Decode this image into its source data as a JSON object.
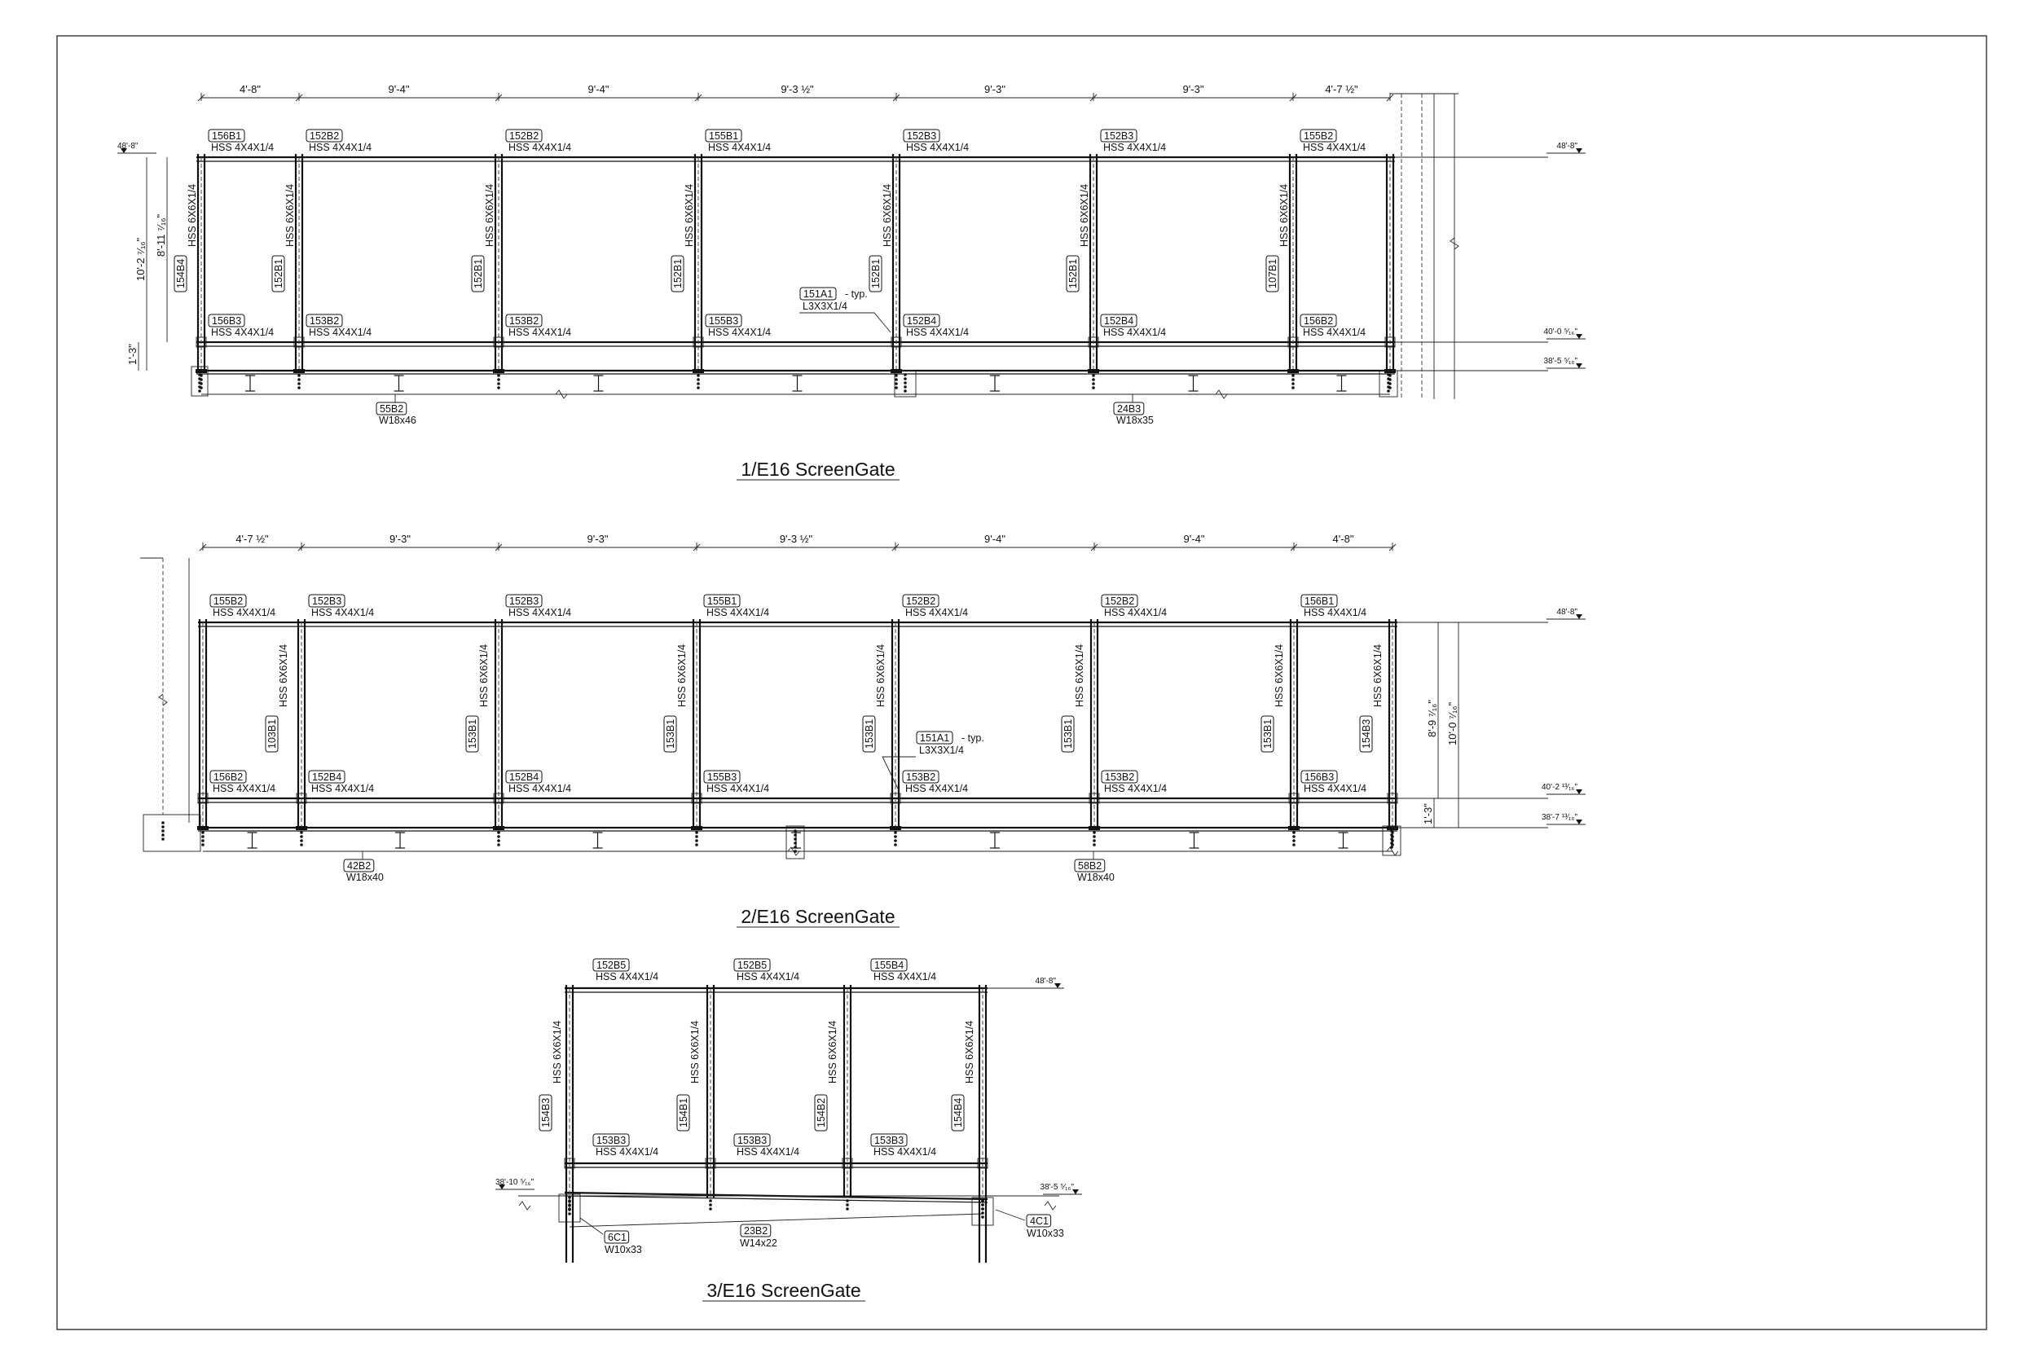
{
  "sheet": {
    "units": "ft-in"
  },
  "views": [
    {
      "title": "1/E16 ScreenGate",
      "spans": [
        "4'-8\"",
        "9'-4\"",
        "9'-4\"",
        "9'-3 ½\"",
        "9'-3\"",
        "9'-3\"",
        "4'-7 ½\""
      ],
      "levels": {
        "top_left": "48'-8\"",
        "top_right": "48'-8\"",
        "mid_right": "40'-0 ⁵⁄₁₆\"",
        "bot_right": "38'-5 ⁵⁄₁₆\""
      },
      "height_dims": [
        "10'-2 ⁷⁄₁₆\"",
        "8'-11 ⁷⁄₁₆\"",
        "1'-3\""
      ],
      "top_members": [
        {
          "mark": "156B1",
          "size": "HSS 4X4X1/4"
        },
        {
          "mark": "152B2",
          "size": "HSS 4X4X1/4"
        },
        {
          "mark": "152B2",
          "size": "HSS 4X4X1/4"
        },
        {
          "mark": "155B1",
          "size": "HSS 4X4X1/4"
        },
        {
          "mark": "152B3",
          "size": "HSS 4X4X1/4"
        },
        {
          "mark": "152B3",
          "size": "HSS 4X4X1/4"
        },
        {
          "mark": "155B2",
          "size": "HSS 4X4X1/4"
        }
      ],
      "mid_members": [
        {
          "mark": "156B3",
          "size": "HSS 4X4X1/4"
        },
        {
          "mark": "153B2",
          "size": "HSS 4X4X1/4"
        },
        {
          "mark": "153B2",
          "size": "HSS 4X4X1/4"
        },
        {
          "mark": "155B3",
          "size": "HSS 4X4X1/4"
        },
        {
          "mark": "152B4",
          "size": "HSS 4X4X1/4"
        },
        {
          "mark": "152B4",
          "size": "HSS 4X4X1/4"
        },
        {
          "mark": "156B2",
          "size": "HSS 4X4X1/4"
        }
      ],
      "columns": [
        {
          "mark": "154B4",
          "size": "HSS 6X6X1/4"
        },
        {
          "mark": "152B1",
          "size": "HSS 6X6X1/4"
        },
        {
          "mark": "152B1",
          "size": "HSS 6X6X1/4"
        },
        {
          "mark": "152B1",
          "size": "HSS 6X6X1/4"
        },
        {
          "mark": "152B1",
          "size": "HSS 6X6X1/4"
        },
        {
          "mark": "152B1",
          "size": "HSS 6X6X1/4"
        },
        {
          "mark": "107B1",
          "size": "HSS 6X6X1/4"
        }
      ],
      "callout": {
        "mark": "151A1",
        "suffix": "- typ.",
        "size": "L3X3X1/4"
      },
      "beams": [
        {
          "mark": "55B2",
          "size": "W18x46"
        },
        {
          "mark": "24B3",
          "size": "W18x35"
        }
      ]
    },
    {
      "title": "2/E16 ScreenGate",
      "spans": [
        "4'-7 ½\"",
        "9'-3\"",
        "9'-3\"",
        "9'-3 ½\"",
        "9'-4\"",
        "9'-4\"",
        "4'-8\""
      ],
      "levels": {
        "top_right": "48'-8\"",
        "mid_right": "40'-2 ¹³⁄₁₆\"",
        "bot_right": "38'-7 ¹³⁄₁₆\""
      },
      "height_dims": [
        "8'-9 ⁷⁄₁₆\"",
        "10'-0 ⁷⁄₁₆\"",
        "1'-3\""
      ],
      "top_members": [
        {
          "mark": "155B2",
          "size": "HSS 4X4X1/4"
        },
        {
          "mark": "152B3",
          "size": "HSS 4X4X1/4"
        },
        {
          "mark": "152B3",
          "size": "HSS 4X4X1/4"
        },
        {
          "mark": "155B1",
          "size": "HSS 4X4X1/4"
        },
        {
          "mark": "152B2",
          "size": "HSS 4X4X1/4"
        },
        {
          "mark": "152B2",
          "size": "HSS 4X4X1/4"
        },
        {
          "mark": "156B1",
          "size": "HSS 4X4X1/4"
        }
      ],
      "mid_members": [
        {
          "mark": "156B2",
          "size": "HSS 4X4X1/4"
        },
        {
          "mark": "152B4",
          "size": "HSS 4X4X1/4"
        },
        {
          "mark": "152B4",
          "size": "HSS 4X4X1/4"
        },
        {
          "mark": "155B3",
          "size": "HSS 4X4X1/4"
        },
        {
          "mark": "153B2",
          "size": "HSS 4X4X1/4"
        },
        {
          "mark": "153B2",
          "size": "HSS 4X4X1/4"
        },
        {
          "mark": "156B3",
          "size": "HSS 4X4X1/4"
        }
      ],
      "columns": [
        {
          "mark": "103B1",
          "size": "HSS 6X6X1/4"
        },
        {
          "mark": "153B1",
          "size": "HSS 6X6X1/4"
        },
        {
          "mark": "153B1",
          "size": "HSS 6X6X1/4"
        },
        {
          "mark": "153B1",
          "size": "HSS 6X6X1/4"
        },
        {
          "mark": "153B1",
          "size": "HSS 6X6X1/4"
        },
        {
          "mark": "153B1",
          "size": "HSS 6X6X1/4"
        },
        {
          "mark": "154B3",
          "size": "HSS 6X6X1/4"
        }
      ],
      "callout": {
        "mark": "151A1",
        "suffix": "- typ.",
        "size": "L3X3X1/4"
      },
      "beams": [
        {
          "mark": "42B2",
          "size": "W18x40"
        },
        {
          "mark": "58B2",
          "size": "W18x40"
        }
      ]
    },
    {
      "title": "3/E16 ScreenGate",
      "levels": {
        "top_right": "48'-8\"",
        "left": "38'-10 ⁵⁄₁₆\"",
        "right": "38'-5 ⁵⁄₁₆\""
      },
      "top_members": [
        {
          "mark": "152B5",
          "size": "HSS 4X4X1/4"
        },
        {
          "mark": "152B5",
          "size": "HSS 4X4X1/4"
        },
        {
          "mark": "155B4",
          "size": "HSS 4X4X1/4"
        }
      ],
      "mid_members": [
        {
          "mark": "153B3",
          "size": "HSS 4X4X1/4"
        },
        {
          "mark": "153B3",
          "size": "HSS 4X4X1/4"
        },
        {
          "mark": "153B3",
          "size": "HSS 4X4X1/4"
        }
      ],
      "columns": [
        {
          "mark": "154B3",
          "size": "HSS 6X6X1/4"
        },
        {
          "mark": "154B1",
          "size": "HSS 6X6X1/4"
        },
        {
          "mark": "154B2",
          "size": "HSS 6X6X1/4"
        },
        {
          "mark": "154B4",
          "size": "HSS 6X6X1/4"
        }
      ],
      "beams": [
        {
          "mark": "6C1",
          "size": "W10x33"
        },
        {
          "mark": "23B2",
          "size": "W14x22"
        },
        {
          "mark": "4C1",
          "size": "W10x33"
        }
      ]
    }
  ]
}
